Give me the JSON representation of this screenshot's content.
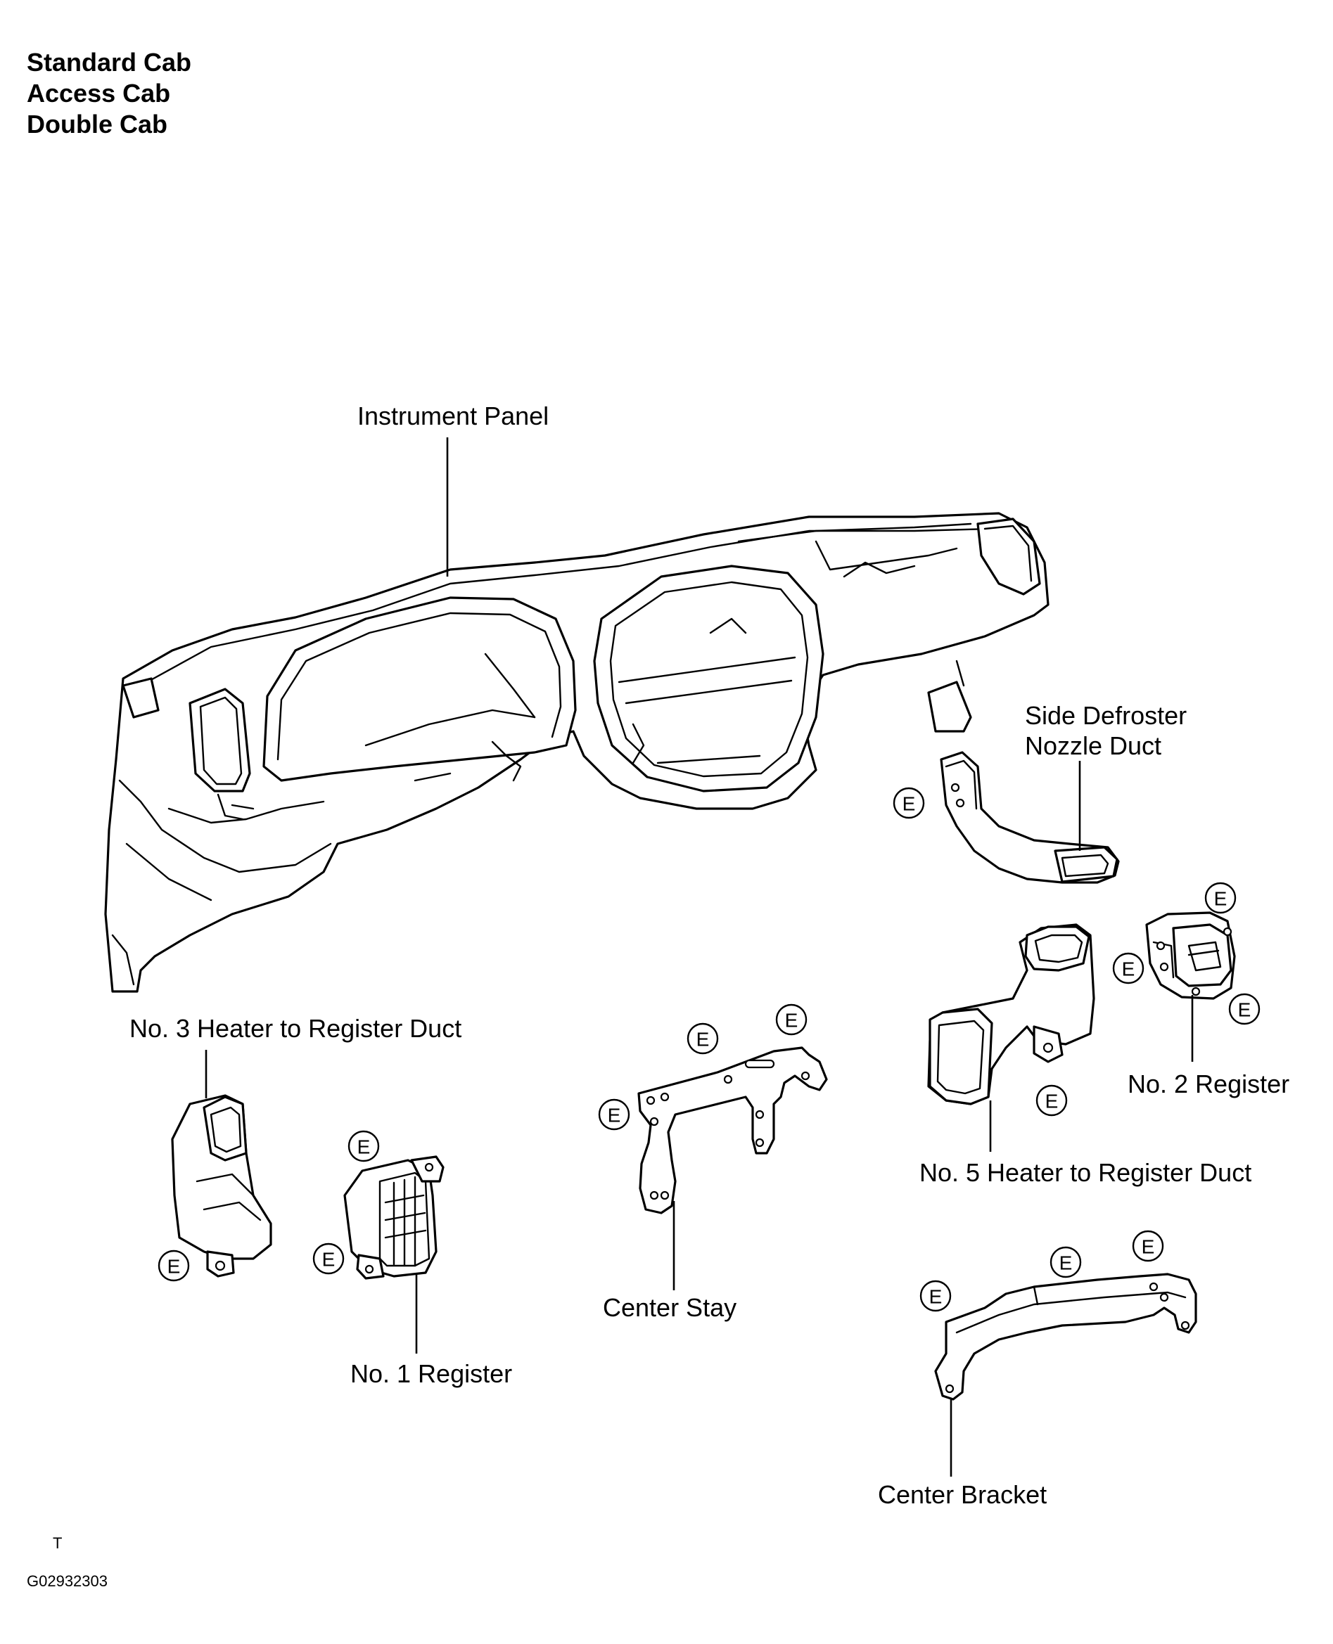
{
  "header": {
    "lines": [
      "Standard Cab",
      "Access Cab",
      "Double Cab"
    ]
  },
  "labels": {
    "instrument_panel": "Instrument Panel",
    "side_defroster_line1": "Side Defroster",
    "side_defroster_line2": "Nozzle Duct",
    "no3_duct": "No. 3 Heater to Register Duct",
    "no1_register": "No. 1 Register",
    "center_stay": "Center Stay",
    "no2_register": "No. 2 Register",
    "no5_duct": "No. 5 Heater to Register Duct",
    "center_bracket": "Center Bracket"
  },
  "marker_letter": "E",
  "footer": {
    "mark": "T",
    "code": "G02932303"
  }
}
